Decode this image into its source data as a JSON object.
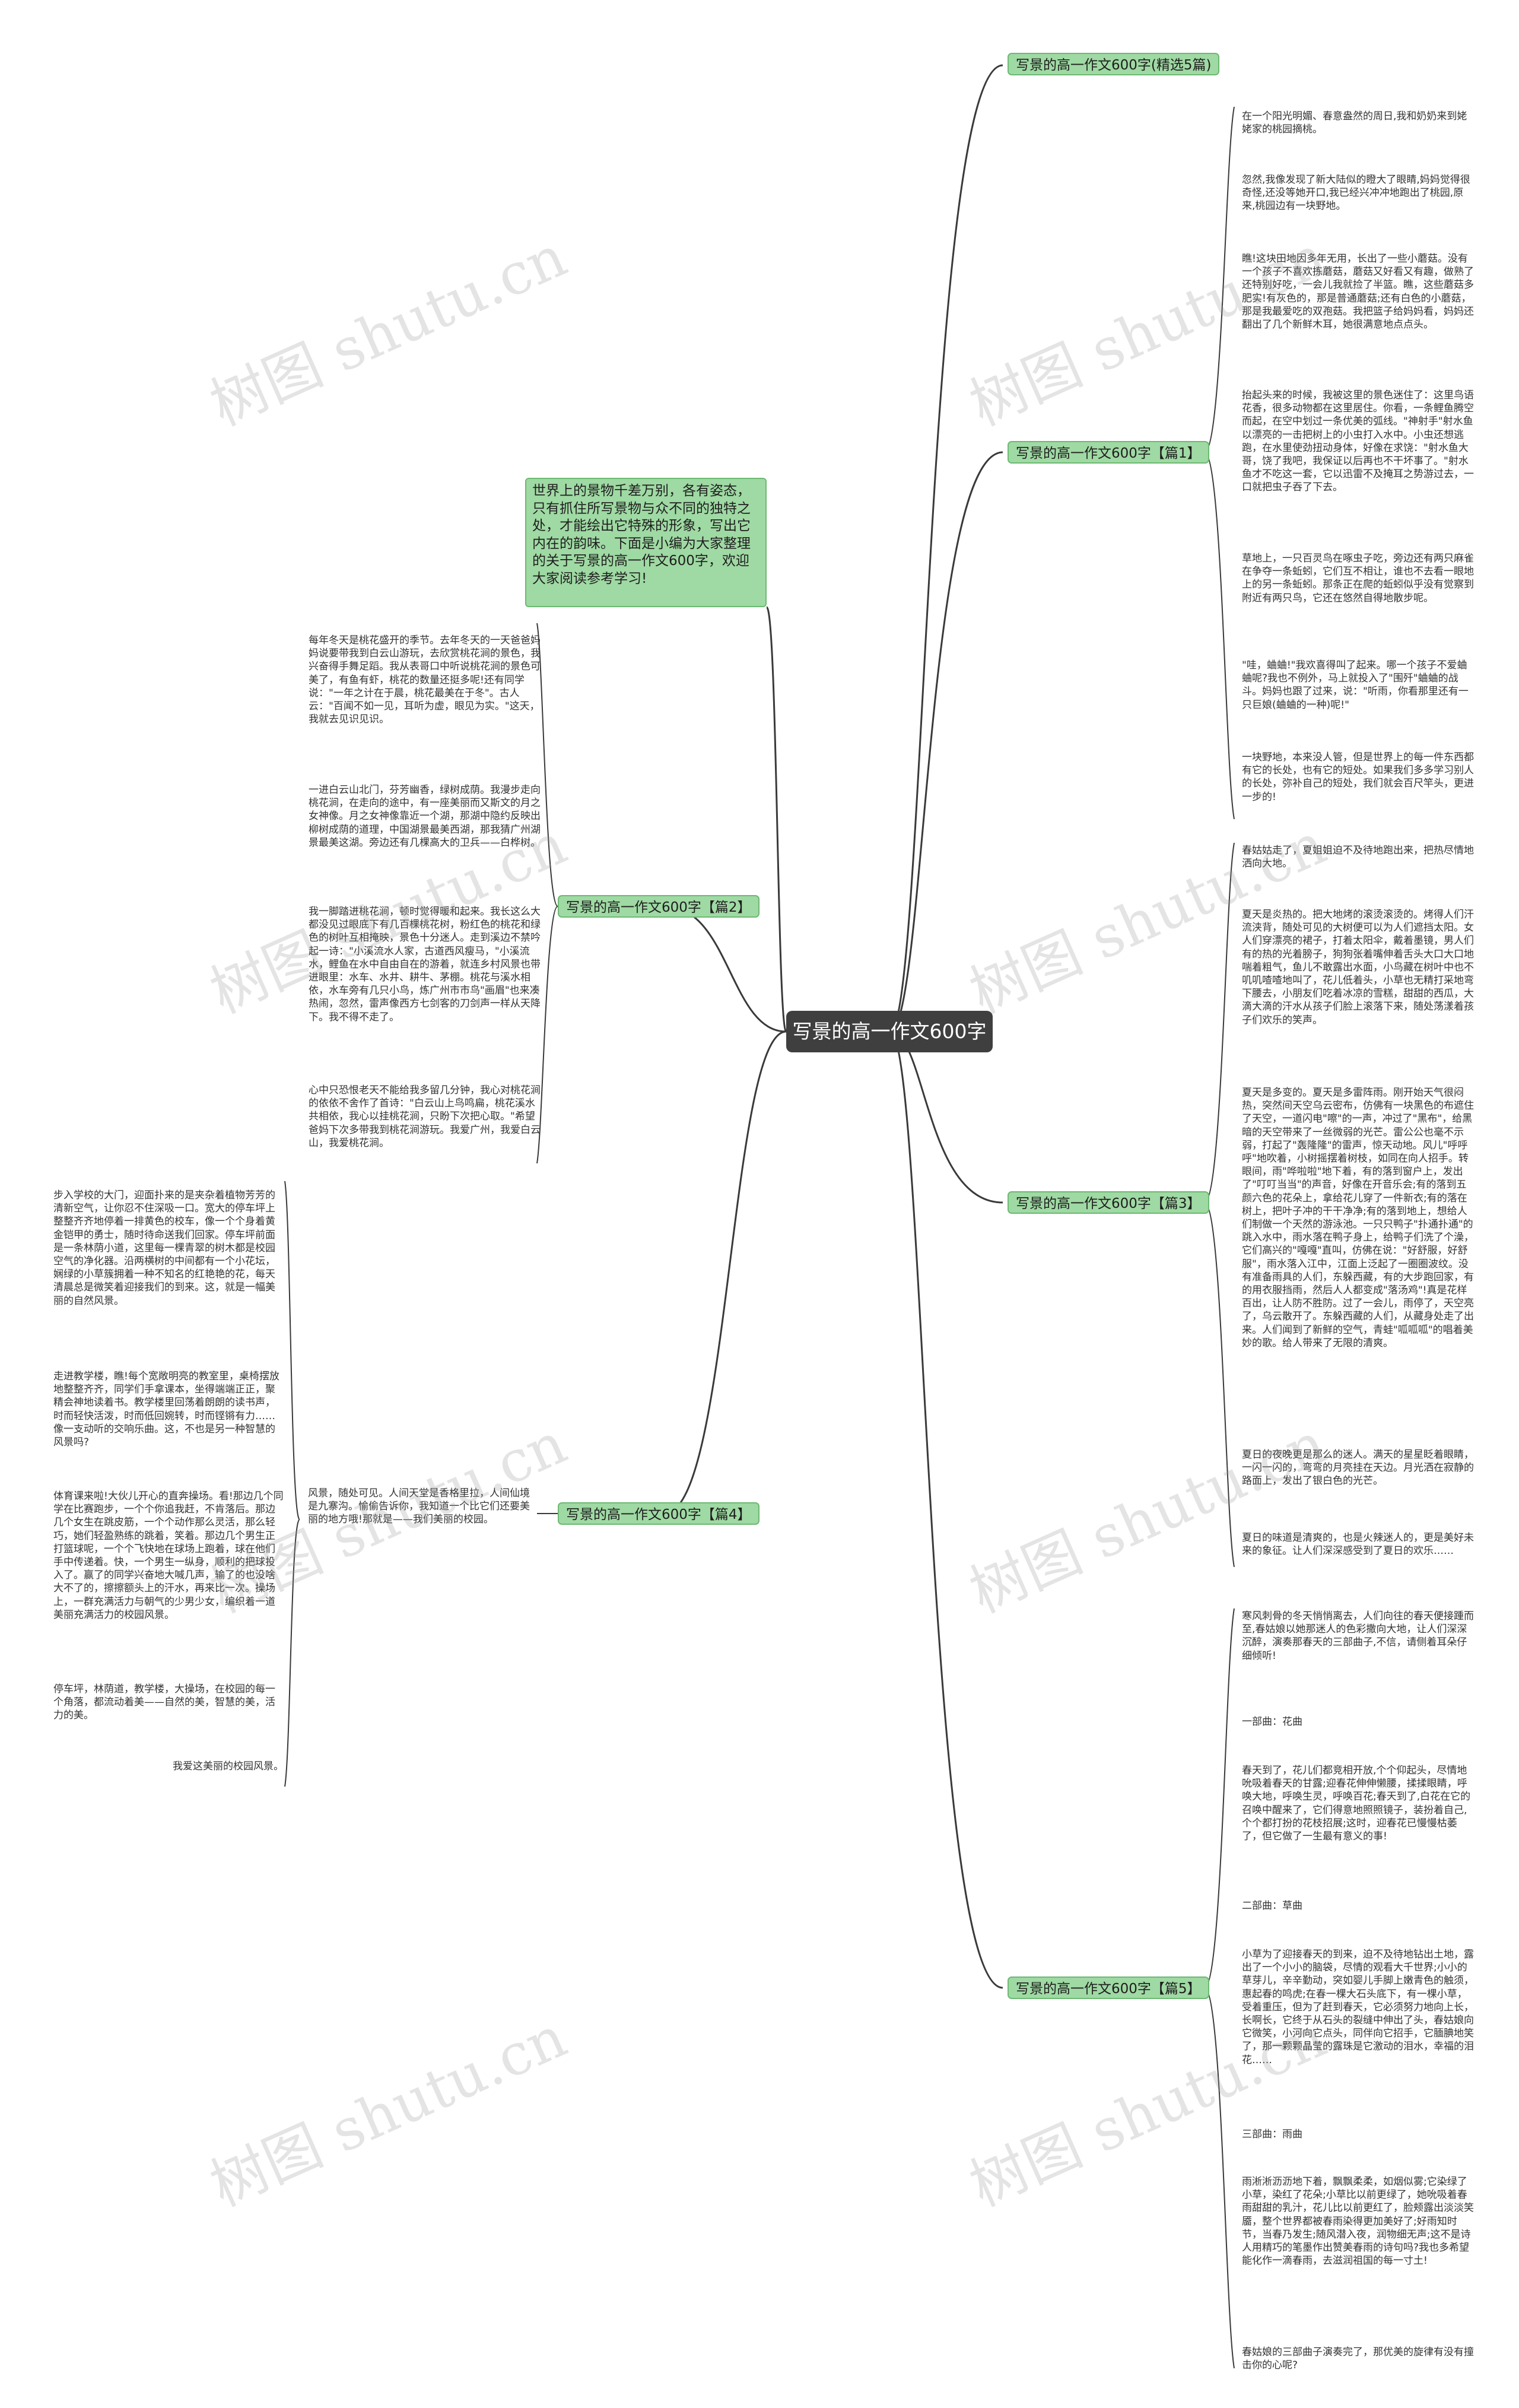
{
  "root": "写景的高一作文600字",
  "intro": "世界上的景物千差万别，各有姿态，只有抓住所写景物与众不同的独特之处，才能绘出它特殊的形象，写出它内在的韵味。下面是小编为大家整理的关于写景的高一作文600字，欢迎大家阅读参考学习!",
  "branches": {
    "top": "写景的高一作文600字(精选5篇)",
    "p1": "写景的高一作文600字【篇1】",
    "p2": "写景的高一作文600字【篇2】",
    "p3": "写景的高一作文600字【篇3】",
    "p4": "写景的高一作文600字【篇4】",
    "p5": "写景的高一作文600字【篇5】"
  },
  "p1": [
    "在一个阳光明媚、春意盎然的周日,我和奶奶来到姥姥家的桃园摘桃。",
    "忽然,我像发现了新大陆似的瞪大了眼睛,妈妈觉得很奇怪,还没等她开口,我已经兴冲冲地跑出了桃园,原来,桃园边有一块野地。",
    "瞧!这块田地因多年无用，长出了一些小蘑菇。没有一个孩子不喜欢拣蘑菇，蘑菇又好看又有趣，做熟了还特别好吃，一会儿我就捡了半篮。瞧，这些蘑菇多肥实!有灰色的，那是普通蘑菇;还有白色的小蘑菇，那是我最爱吃的双孢菇。我把篮子给妈妈看，妈妈还翻出了几个新鲜木耳，她很满意地点点头。",
    "抬起头来的时候，我被这里的景色迷住了：这里鸟语花香，很多动物都在这里居住。你看，一条鲤鱼腾空而起，在空中划过一条优美的弧线。\"神射手\"射水鱼以漂亮的一击把树上的小虫打入水中。小虫还想逃跑，在水里使劲扭动身体，好像在求饶：\"射水鱼大哥，饶了我吧，我保证以后再也不干坏事了。\"射水鱼才不吃这一套，它以迅雷不及掩耳之势游过去，一口就把虫子吞了下去。",
    "草地上，一只百灵鸟在啄虫子吃，旁边还有两只麻雀在争夺一条蚯蚓，它们互不相让，谁也不去看一眼地上的另一条蚯蚓。那条正在爬的蚯蚓似乎没有觉察到附近有两只鸟，它还在悠然自得地散步呢。",
    "\"哇，蛐蛐!\"我欢喜得叫了起来。哪一个孩子不爱蛐蛐呢?我也不例外，马上就投入了\"围歼\"蛐蛐的战斗。妈妈也跟了过来，说：\"听雨，你看那里还有一只巨娘(蛐蛐的一种)呢!\"",
    "一块野地，本来没人管，但是世界上的每一件东西都有它的长处，也有它的短处。如果我们多多学习别人的长处，弥补自己的短处，我们就会百尺竿头，更进一步的!"
  ],
  "p2": [
    "每年冬天是桃花盛开的季节。去年冬天的一天爸爸妈妈说要带我到白云山游玩，去欣赏桃花涧的景色，我兴奋得手舞足蹈。我从表哥口中听说桃花涧的景色可美了，有鱼有虾，桃花的数量还挺多呢!还有同学说：\"一年之计在于晨，桃花最美在于冬\"。古人云：\"百闻不如一见，耳听为虚，眼见为实。\"这天，我就去见识见识。",
    "一进白云山北门，芬芳幽香，绿树成荫。我漫步走向桃花涧，在走向的途中，有一座美丽而又斯文的月之女神像。月之女神像靠近一个湖，那湖中隐约反映出柳树成荫的道理，中国湖景最美西湖，那我猜广州湖景最美这湖。旁边还有几棵高大的卫兵——白桦树。",
    "我一脚踏进桃花涧，顿时觉得暖和起来。我长这么大都没见过眼底下有几百棵桃花树，粉红色的桃花和绿色的树叶互相掩映，景色十分迷人。走到溪边不禁吟起一诗：\"小溪流水人家，古道西风瘦马，\"小溪流水，鲤鱼在水中自由自在的游着，就连乡村风景也带进眼里：水车、水井、耕牛、茅棚。桃花与溪水相依，水车旁有几只小鸟，炼广州市市鸟\"画眉\"也来凑热闹，忽然，雷声像西方七剑客的刀剑声一样从天降下。我不得不走了。",
    "心中只恐恨老天不能给我多留几分钟，我心对桃花涧的依依不舍作了首诗：\"白云山上鸟鸣扁，桃花溪水共相依，我心以挂桃花涧，只盼下次把心取。\"希望爸妈下次多带我到桃花涧游玩。我爱广州，我爱白云山，我爱桃花涧。"
  ],
  "p3": [
    "春姑姑走了，夏姐姐迫不及待地跑出来，把热尽情地洒向大地。",
    "夏天是炎热的。把大地烤的滚烫滚烫的。烤得人们汗流浃背，随处可见的大树便可以为人们遮挡太阳。女人们穿漂亮的裙子，打着太阳伞，戴着墨镜，男人们有的热的光着膀子，狗狗张着嘴伸着舌头大口大口地喘着粗气，鱼儿不敢露出水面，小鸟藏在树叶中也不叽叽喳喳地叫了，花儿低着头，小草也无精打采地弯下腰去，小朋友们吃着冰凉的雪糕，甜甜的西瓜，大滴大滴的汗水从孩子们脸上滚落下来，随处荡漾着孩子们欢乐的笑声。",
    "夏天是多变的。夏天是多雷阵雨。刚开始天气很闷热，突然间天空乌云密布，仿佛有一块黑色的布遮住了天空，一道闪电\"嚓\"的一声，冲过了\"黑布\"，给黑暗的天空带来了一丝微弱的光芒。雷公公也毫不示弱，打起了\"轰隆隆\"的雷声，惊天动地。风儿\"呼呼呼\"地吹着，小树摇摆着树枝，如同在向人招手。转眼间，雨\"哗啦啦\"地下着，有的落到窗户上，发出了\"叮叮当当\"的声音，好像在开音乐会;有的落到五颜六色的花朵上，拿给花儿穿了一件新衣;有的落在树上，把叶子冲的干干净净;有的落到地上，想给人们制做一个天然的游泳池。一只只鸭子\"扑通扑通\"的跳入水中，雨水落在鸭子身上，给鸭子们洗了个澡，它们高兴的\"嘎嘎\"直叫，仿佛在说：\"好舒服，好舒服\"，雨水落入江中，江面上泛起了一圈圈波纹。没有准备雨具的人们，东躲西藏，有的大步跑回家，有的用衣服挡雨，然后人人都变成\"落汤鸡\"!真是花样百出，让人防不胜防。过了一会儿，雨停了，天空亮了，乌云散开了。东躲西藏的人们，从藏身处走了出来。人们闻到了新鲜的空气，青蛙\"呱呱呱\"的唱着美妙的歌。给人带来了无限的清爽。",
    "夏日的夜晚更是那么的迷人。满天的星星眨着眼睛，一闪一闪的，弯弯的月亮挂在天边。月光洒在寂静的路面上，发出了银白色的光芒。",
    "夏日的味道是清爽的，也是火辣迷人的，更是美好未来的象征。让人们深深感受到了夏日的欢乐……"
  ],
  "p4": [
    "步入学校的大门，迎面扑来的是夹杂着植物芳芳的清新空气，让你忍不住深吸一口。宽大的停车坪上整整齐齐地停着一排黄色的校车，像一个个身着黄金铠甲的勇士，随时待命送我们回家。停车坪前面是一条林荫小道，这里每一棵青翠的树木都是校园空气的净化器。沿两横树的中间都有一个小花坛，娴绿的小草簇拥着一种不知名的红艳艳的花，每天清晨总是微笑着迎接我们的到来。这，就是一幅美丽的自然风景。",
    "走进教学楼，瞧!每个宽敞明亮的教室里，桌椅摆放地整整齐齐，同学们手拿课本，坐得端端正正，聚精会神地读着书。教学楼里回荡着朗朗的读书声，时而轻快活泼，时而低回婉转，时而铿锵有力……像一支动听的交响乐曲。这，不也是另一种智慧的风景吗?",
    "体育课来啦!大伙儿开心的直奔操场。看!那边几个同学在比赛跑步，一个个你追我赶，不肯落后。那边几个女生在跳皮筋，一个个动作那么灵活，那么轻巧，她们轻盈熟练的跳着，笑着。那边几个男生正打篮球呢，一个个飞快地在球场上跑着，球在他们手中传递着。快，一个男生一纵身，顺利的把球投入了。赢了的同学兴奋地大喊几声，输了的也没啥大不了的，擦擦额头上的汗水，再来比一次。操场上，一群充满活力与朝气的少男少女，编织着一道美丽充满活力的校园风景。",
    "停车坪，林荫道，教学楼，大操场，在校园的每一个角落，都流动着美——自然的美，智慧的美，活力的美。",
    "我爱这美丽的校园风景。"
  ],
  "p4_extra": "风景，随处可见。人间天堂是香格里拉，人间仙境是九寨沟。愉偷告诉你，我知道一个比它们还要美丽的地方哦!那就是——我们美丽的校园。",
  "p5": [
    "寒风刺骨的冬天悄悄离去，人们向往的春天便接踵而至,春姑娘以她那迷人的色彩撒向大地，让人们深深沉醉，演奏那春天的三部曲子,不信，请侧着耳朵仔细倾听!",
    "一部曲：花曲",
    "春天到了，花儿们都竞相开放,个个仰起头，尽情地吮吸着春天的甘露;迎春花伸伸懒腰，揉揉眼睛，呼唤大地，呼唤生灵，呼唤百花;春天到了,白花在它的召唤中醒来了，它们得意地照照镜子，装扮着自己,个个都打扮的花枝招展;这时，迎春花已慢慢枯萎了，但它做了一生最有意义的事!",
    "二部曲：草曲",
    "小草为了迎接春天的到来，迫不及待地钻出土地，露出了一个小小的脑袋，尽情的观看大千世界;小小的草芽儿，辛辛勤动，突如婴儿手脚上嫩青色的触须，惠起春的鸣虎;在春一棵大石头底下，有一棵小草，受着重压，但为了赶到春天，它必须努力地向上长，长啊长，它终于从石头的裂缝中伸出了头，春姑娘向它微笑，小河向它点头，同伴向它招手，它腼腆地笑了，那一颗颗晶莹的露珠是它激动的泪水，幸福的泪花……",
    "三部曲：雨曲",
    "雨淅淅沥沥地下着，飘飘柔柔，如烟似雾;它染绿了小草，染红了花朵;小草比以前更绿了，她吮吸着春雨甜甜的乳汁，花儿比以前更红了，脸颊露出淡淡笑靥，整个世界都被春雨染得更加美好了;好雨知时节，当春乃发生;随风潜入夜，润物细无声;这不是诗人用精巧的笔墨作出赞美春雨的诗句吗?我也多希望能化作一滴春雨，去滋润祖国的每一寸土!",
    "春姑娘的三部曲子演奏完了，那优美的旋律有没有撞击你的心呢?"
  ],
  "watermark": "树图 shutu.cn",
  "colors": {
    "branch_fill": "#9fd9a3",
    "branch_border": "#6db972",
    "root_fill": "#3f3f3f",
    "line": "#3a3a3a"
  }
}
